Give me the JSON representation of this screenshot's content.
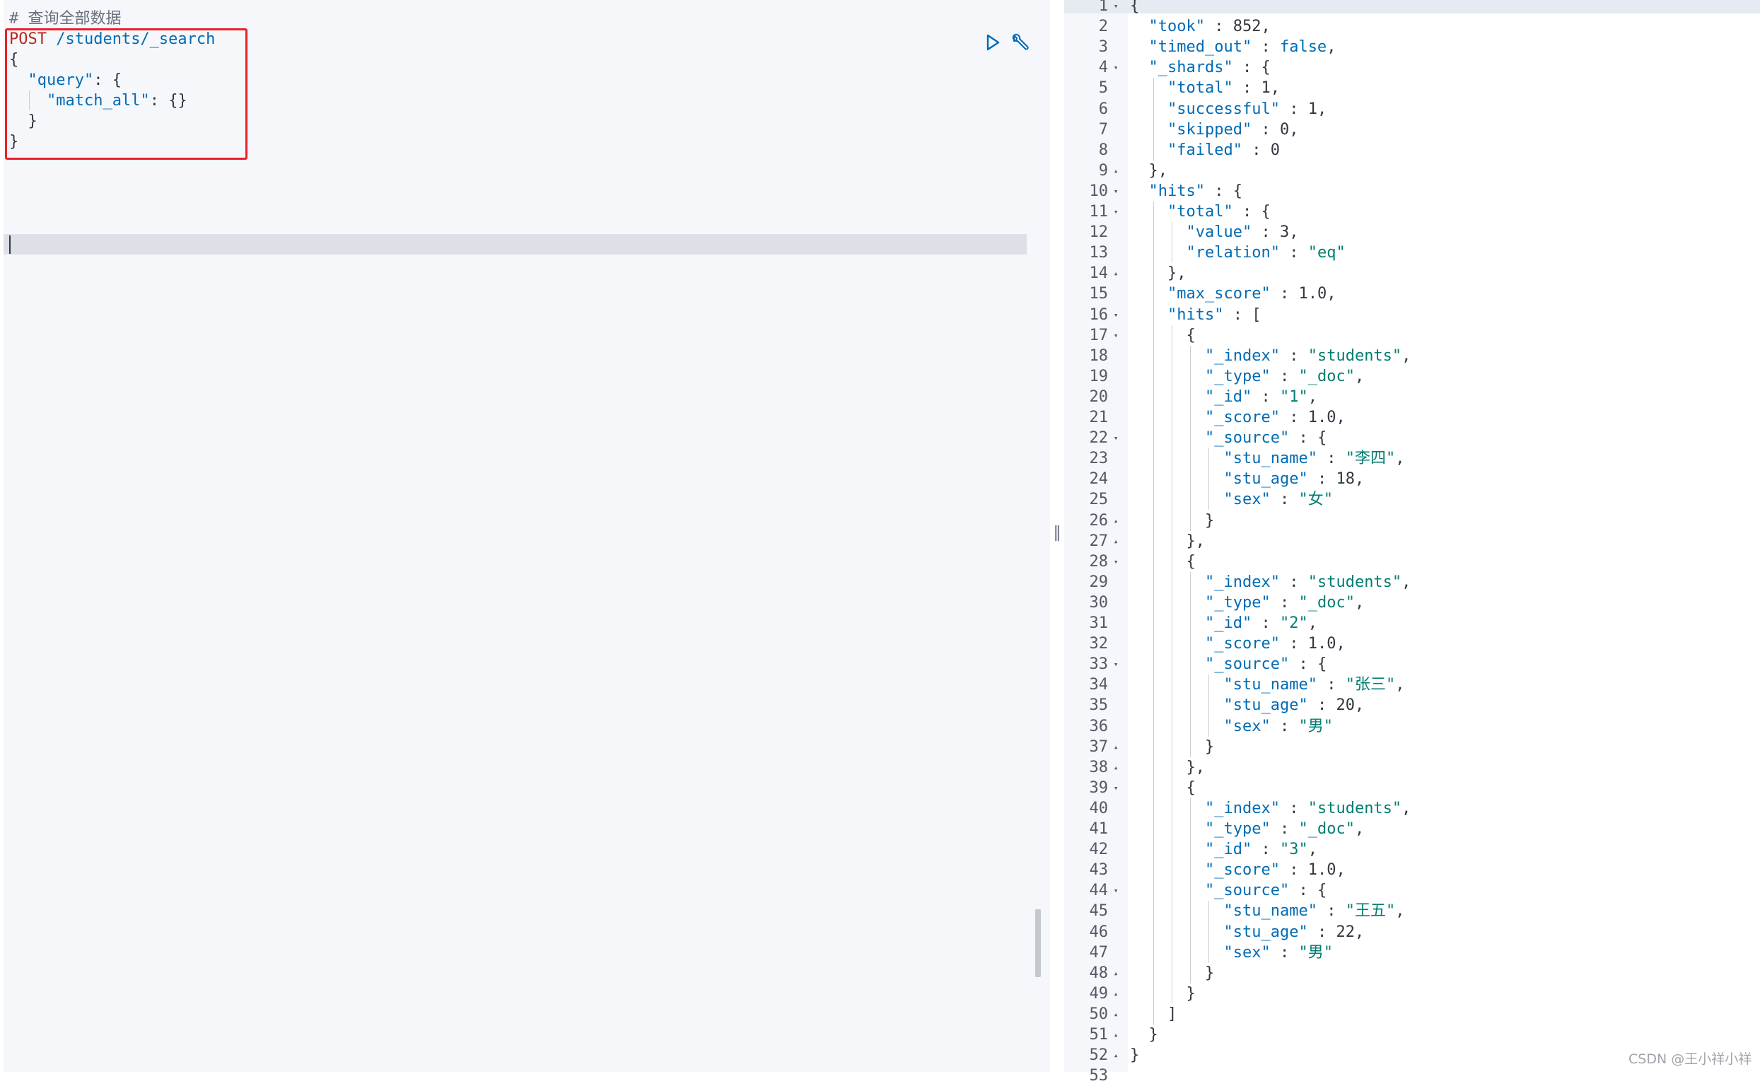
{
  "request": {
    "comment": "# 查询全部数据",
    "method": "POST",
    "url": " /students/_search",
    "body_lines": [
      "{",
      "  \"query\": {",
      "    \"match_all\": {}",
      "  }",
      "}"
    ]
  },
  "toolbar": {
    "run_icon": "play-icon",
    "settings_icon": "wrench-icon"
  },
  "splitter": {
    "handle": "‖"
  },
  "response": {
    "lines": [
      {
        "n": "1",
        "f": "▾",
        "t": "{"
      },
      {
        "n": "2",
        "f": "",
        "t": "  \"took\" : 852,"
      },
      {
        "n": "3",
        "f": "",
        "t": "  \"timed_out\" : false,"
      },
      {
        "n": "4",
        "f": "▾",
        "t": "  \"_shards\" : {"
      },
      {
        "n": "5",
        "f": "",
        "t": "    \"total\" : 1,"
      },
      {
        "n": "6",
        "f": "",
        "t": "    \"successful\" : 1,"
      },
      {
        "n": "7",
        "f": "",
        "t": "    \"skipped\" : 0,"
      },
      {
        "n": "8",
        "f": "",
        "t": "    \"failed\" : 0"
      },
      {
        "n": "9",
        "f": "▴",
        "t": "  },"
      },
      {
        "n": "10",
        "f": "▾",
        "t": "  \"hits\" : {"
      },
      {
        "n": "11",
        "f": "▾",
        "t": "    \"total\" : {"
      },
      {
        "n": "12",
        "f": "",
        "t": "      \"value\" : 3,"
      },
      {
        "n": "13",
        "f": "",
        "t": "      \"relation\" : \"eq\""
      },
      {
        "n": "14",
        "f": "▴",
        "t": "    },"
      },
      {
        "n": "15",
        "f": "",
        "t": "    \"max_score\" : 1.0,"
      },
      {
        "n": "16",
        "f": "▾",
        "t": "    \"hits\" : ["
      },
      {
        "n": "17",
        "f": "▾",
        "t": "      {"
      },
      {
        "n": "18",
        "f": "",
        "t": "        \"_index\" : \"students\","
      },
      {
        "n": "19",
        "f": "",
        "t": "        \"_type\" : \"_doc\","
      },
      {
        "n": "20",
        "f": "",
        "t": "        \"_id\" : \"1\","
      },
      {
        "n": "21",
        "f": "",
        "t": "        \"_score\" : 1.0,"
      },
      {
        "n": "22",
        "f": "▾",
        "t": "        \"_source\" : {"
      },
      {
        "n": "23",
        "f": "",
        "t": "          \"stu_name\" : \"李四\","
      },
      {
        "n": "24",
        "f": "",
        "t": "          \"stu_age\" : 18,"
      },
      {
        "n": "25",
        "f": "",
        "t": "          \"sex\" : \"女\""
      },
      {
        "n": "26",
        "f": "▴",
        "t": "        }"
      },
      {
        "n": "27",
        "f": "▴",
        "t": "      },"
      },
      {
        "n": "28",
        "f": "▾",
        "t": "      {"
      },
      {
        "n": "29",
        "f": "",
        "t": "        \"_index\" : \"students\","
      },
      {
        "n": "30",
        "f": "",
        "t": "        \"_type\" : \"_doc\","
      },
      {
        "n": "31",
        "f": "",
        "t": "        \"_id\" : \"2\","
      },
      {
        "n": "32",
        "f": "",
        "t": "        \"_score\" : 1.0,"
      },
      {
        "n": "33",
        "f": "▾",
        "t": "        \"_source\" : {"
      },
      {
        "n": "34",
        "f": "",
        "t": "          \"stu_name\" : \"张三\","
      },
      {
        "n": "35",
        "f": "",
        "t": "          \"stu_age\" : 20,"
      },
      {
        "n": "36",
        "f": "",
        "t": "          \"sex\" : \"男\""
      },
      {
        "n": "37",
        "f": "▴",
        "t": "        }"
      },
      {
        "n": "38",
        "f": "▴",
        "t": "      },"
      },
      {
        "n": "39",
        "f": "▾",
        "t": "      {"
      },
      {
        "n": "40",
        "f": "",
        "t": "        \"_index\" : \"students\","
      },
      {
        "n": "41",
        "f": "",
        "t": "        \"_type\" : \"_doc\","
      },
      {
        "n": "42",
        "f": "",
        "t": "        \"_id\" : \"3\","
      },
      {
        "n": "43",
        "f": "",
        "t": "        \"_score\" : 1.0,"
      },
      {
        "n": "44",
        "f": "▾",
        "t": "        \"_source\" : {"
      },
      {
        "n": "45",
        "f": "",
        "t": "          \"stu_name\" : \"王五\","
      },
      {
        "n": "46",
        "f": "",
        "t": "          \"stu_age\" : 22,"
      },
      {
        "n": "47",
        "f": "",
        "t": "          \"sex\" : \"男\""
      },
      {
        "n": "48",
        "f": "▴",
        "t": "        }"
      },
      {
        "n": "49",
        "f": "▴",
        "t": "      }"
      },
      {
        "n": "50",
        "f": "▴",
        "t": "    ]"
      },
      {
        "n": "51",
        "f": "▴",
        "t": "  }"
      },
      {
        "n": "52",
        "f": "▴",
        "t": "}"
      },
      {
        "n": "53",
        "f": "",
        "t": ""
      }
    ]
  },
  "watermark": "CSDN @王小祥小祥",
  "colors": {
    "highlight": "#e8202a",
    "key": "#006bb4",
    "string": "#017d73",
    "method": "#bd271e"
  }
}
